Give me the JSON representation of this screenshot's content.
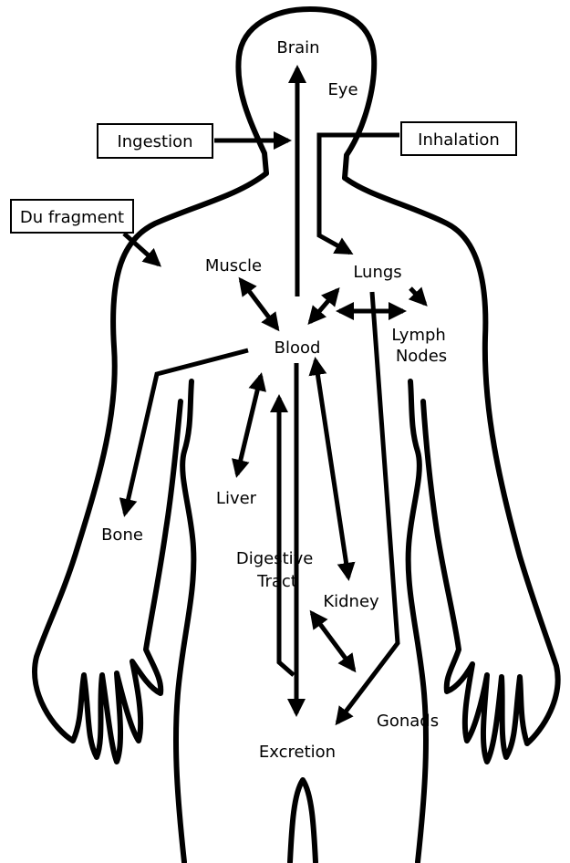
{
  "labels": {
    "brain": "Brain",
    "eye": "Eye",
    "ingestion": "Ingestion",
    "inhalation": "Inhalation",
    "du_fragment": "Du fragment",
    "muscle": "Muscle",
    "lungs": "Lungs",
    "lymph_line1": "Lymph",
    "lymph_line2": "Nodes",
    "blood": "Blood",
    "liver": "Liver",
    "bone": "Bone",
    "digestive_line1": "Digestive",
    "digestive_line2": "Tract",
    "kidney": "Kidney",
    "gonads": "Gonads",
    "excretion": "Excretion"
  },
  "colors": {
    "ink": "#000000",
    "background": "#ffffff"
  }
}
